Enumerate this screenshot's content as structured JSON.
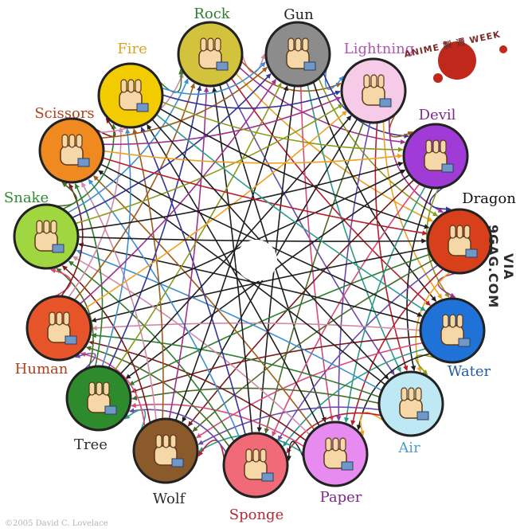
{
  "diagram": {
    "gestures": [
      {
        "label": "Rock",
        "color": "#d2c23c",
        "text_color": "#2e7d2e",
        "icon": "rock-fist-icon"
      },
      {
        "label": "Gun",
        "color": "#8c8c8c",
        "text_color": "#222222",
        "icon": "gun-hand-icon"
      },
      {
        "label": "Lightning",
        "color": "#f5cbe8",
        "text_color": "#b055b0",
        "icon": "lightning-hand-icon"
      },
      {
        "label": "Devil",
        "color": "#a13bd8",
        "text_color": "#7b2a8b",
        "icon": "devil-horns-icon"
      },
      {
        "label": "Dragon",
        "color": "#d8401c",
        "text_color": "#111111",
        "icon": "dragon-hand-icon"
      },
      {
        "label": "Water",
        "color": "#1e72d8",
        "text_color": "#1f5ca0",
        "icon": "water-hand-icon"
      },
      {
        "label": "Air",
        "color": "#bfe8f5",
        "text_color": "#4a9fd0",
        "icon": "air-hand-icon"
      },
      {
        "label": "Paper",
        "color": "#e78bf0",
        "text_color": "#7b2a8b",
        "icon": "paper-hand-icon"
      },
      {
        "label": "Sponge",
        "color": "#f06a78",
        "text_color": "#b02a3a",
        "icon": "sponge-fist-icon"
      },
      {
        "label": "Wolf",
        "color": "#8b5a2b",
        "text_color": "#2d2d2d",
        "icon": "wolf-hand-icon"
      },
      {
        "label": "Tree",
        "color": "#2d8b2d",
        "text_color": "#2d2d2d",
        "icon": "tree-hand-icon"
      },
      {
        "label": "Human",
        "color": "#e8542a",
        "text_color": "#b04020",
        "icon": "human-hand-icon"
      },
      {
        "label": "Snake",
        "color": "#a0d640",
        "text_color": "#2e8b2e",
        "icon": "snake-hand-icon"
      },
      {
        "label": "Scissors",
        "color": "#f08a20",
        "text_color": "#b04020",
        "icon": "scissors-hand-icon"
      },
      {
        "label": "Fire",
        "color": "#f2cc00",
        "text_color": "#e0a020",
        "icon": "fire-hand-icon"
      }
    ],
    "line_colors": [
      "#7a1a1a",
      "#2e7d2e",
      "#d08aa8",
      "#3e8fd0",
      "#a25a1a",
      "#333399",
      "#a03090",
      "#8a9a1a",
      "#f0a020",
      "#1e1e1e",
      "#b81c2c",
      "#2a9a8a",
      "#6a4ab0",
      "#d84a7a",
      "#4a6a2a"
    ]
  },
  "logo": {
    "text": "ANIME 製 週 WEEK",
    "color": "#c0281c"
  },
  "watermark": "VIA 9GAG.COM",
  "copyright": "©2005 David C. Lovelace"
}
